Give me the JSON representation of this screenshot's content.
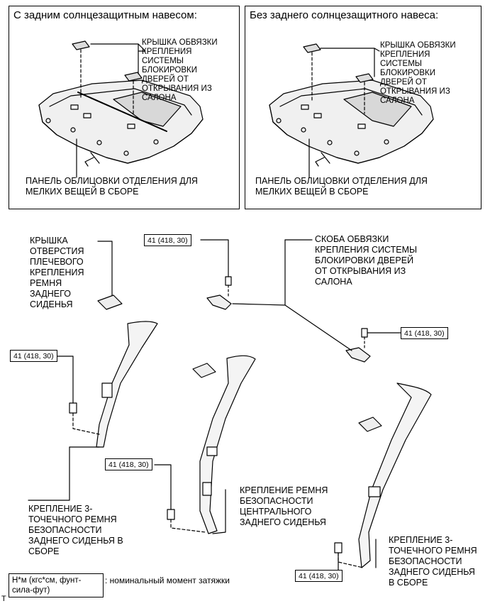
{
  "panels": [
    {
      "title": "С задним солнцезащитным навесом:",
      "cover_label": "КРЫШКА ОБВЯЗКИ\nКРЕПЛЕНИЯ\nСИСТЕМЫ\nБЛОКИРОВКИ\nДВЕРЕЙ ОТ\nОТКРЫВАНИЯ ИЗ\nСАЛОНА",
      "panel_label": "ПАНЕЛЬ ОБЛИЦОВКИ ОТДЕЛЕНИЯ ДЛЯ\nМЕЛКИХ ВЕЩЕЙ В СБОРЕ"
    },
    {
      "title": "Без заднего солнцезащитного навеса:",
      "cover_label": "КРЫШКА ОБВЯЗКИ\nКРЕПЛЕНИЯ\nСИСТЕМЫ\nБЛОКИРОВКИ\nДВЕРЕЙ ОТ\nОТКРЫВАНИЯ ИЗ\nСАЛОНА",
      "panel_label": "ПАНЕЛЬ ОБЛИЦОВКИ ОТДЕЛЕНИЯ ДЛЯ\nМЕЛКИХ ВЕЩЕЙ В СБОРЕ"
    }
  ],
  "labels": {
    "shoulder_cover": "КРЫШКА\nОТВЕРСТИЯ\nПЛЕЧЕВОГО\nКРЕПЛЕНИЯ\nРЕМНЯ\nЗАДНЕГО\nСИДЕНЬЯ",
    "bracket": "СКОБА ОБВЯЗКИ\nКРЕПЛЕНИЯ СИСТЕМЫ\nБЛОКИРОВКИ ДВЕРЕЙ\nОТ ОТКРЫВАНИЯ ИЗ\nСАЛОНА",
    "left_belt": "КРЕПЛЕНИЕ 3-\nТОЧЕЧНОГО РЕМНЯ\nБЕЗОПАСНОСТИ\nЗАДНЕГО СИДЕНЬЯ В\nСБОРЕ",
    "center_belt": "КРЕПЛЕНИЕ РЕМНЯ\nБЕЗОПАСНОСТИ\nЦЕНТРАЛЬНОГО\nЗАДНЕГО СИДЕНЬЯ",
    "right_belt": "КРЕПЛЕНИЕ 3-\nТОЧЕЧНОГО РЕМНЯ\nБЕЗОПАСНОСТИ\nЗАДНЕГО СИДЕНЬЯ\nВ СБОРЕ"
  },
  "torque": {
    "top_bracket": "41 (418, 30)",
    "right_bracket": "41 (418, 30)",
    "left_belt": "41 (418, 30)",
    "center_belt": "41 (418, 30)",
    "right_belt": "41 (418, 30)"
  },
  "legend": {
    "box": "Н*м (кгс*см, фунт-\nсила-фут)",
    "text": ": номинальный момент затяжки",
    "corner": "T"
  }
}
